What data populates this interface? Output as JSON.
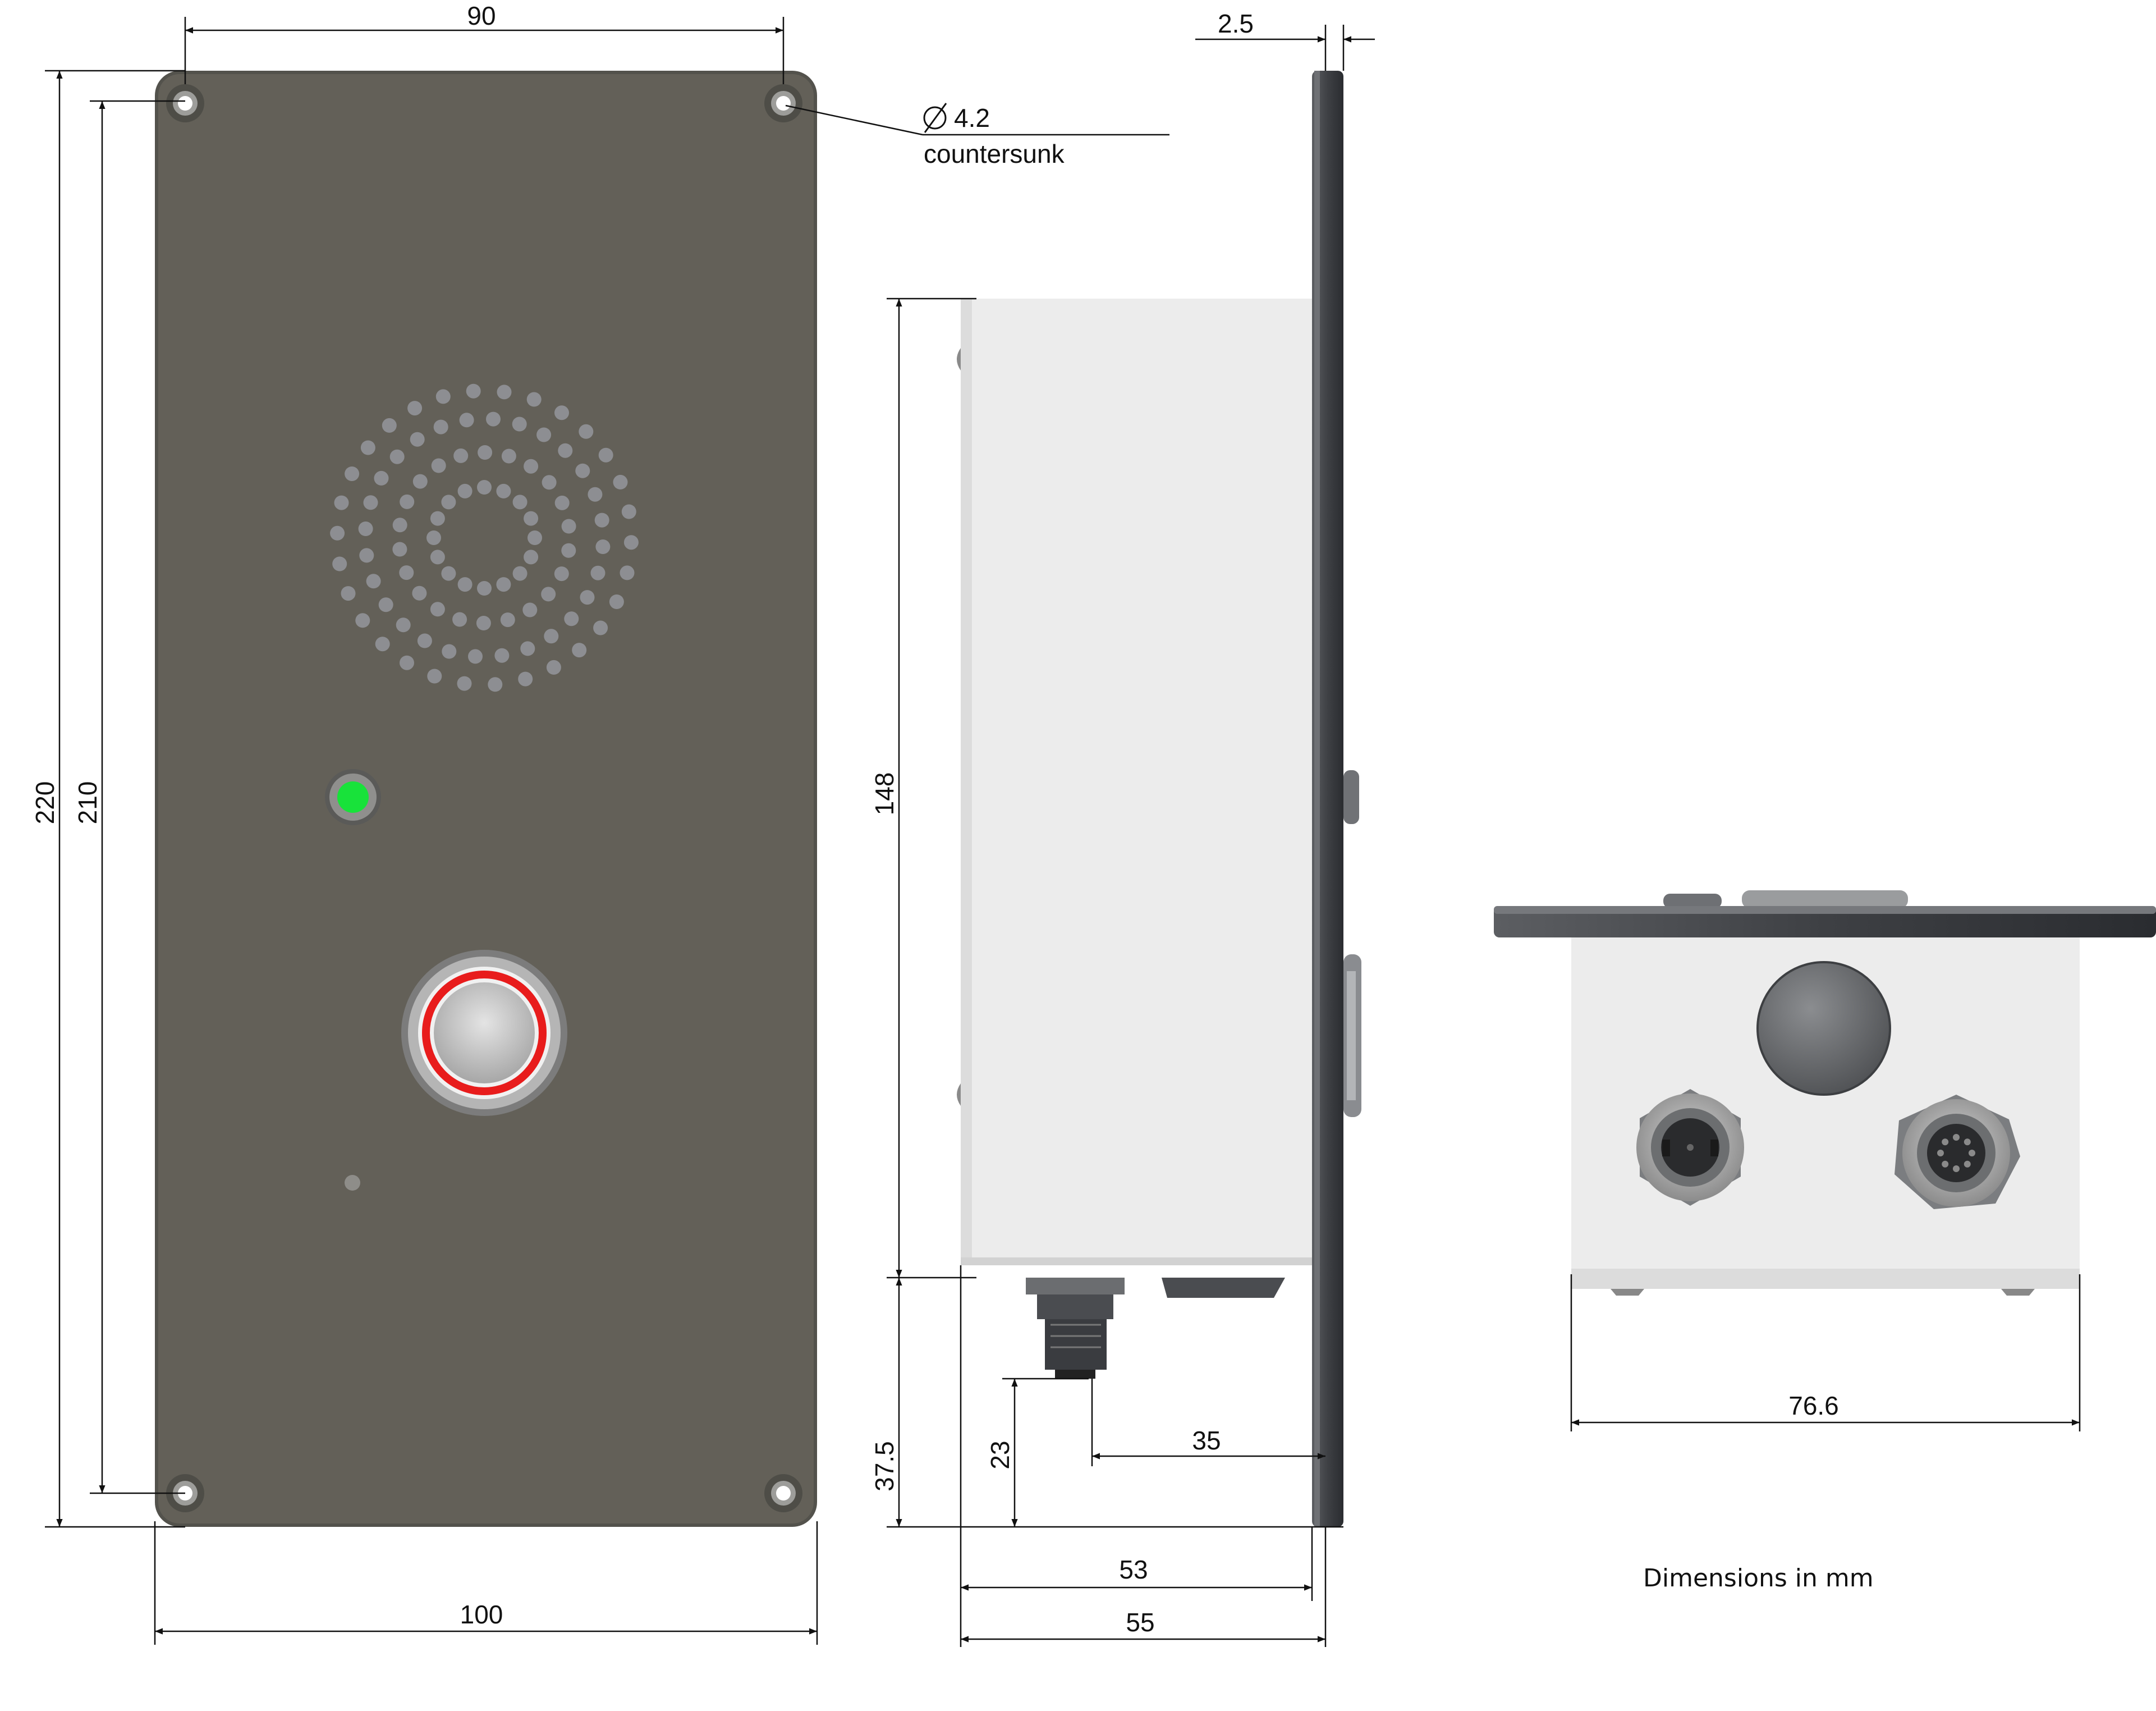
{
  "dimensions": {
    "front_hole_spacing": "90",
    "front_width": "100",
    "front_height_total": "220",
    "front_hole_vertical": "210",
    "plate_thickness": "2.5",
    "hole_diameter": "4.2",
    "hole_note": "countersunk",
    "housing_height": "148",
    "bottom_offset": "37.5",
    "connector_height": "23",
    "connector_offset": "35",
    "housing_depth": "53",
    "total_depth": "55",
    "housing_width": "76.6"
  },
  "footer": {
    "units_note": "Dimensions in mm"
  },
  "components": {
    "led_color": "#18e23a",
    "button_ring_color": "#e81c1c",
    "plate_color": "#636058",
    "housing_color": "#ececec"
  }
}
